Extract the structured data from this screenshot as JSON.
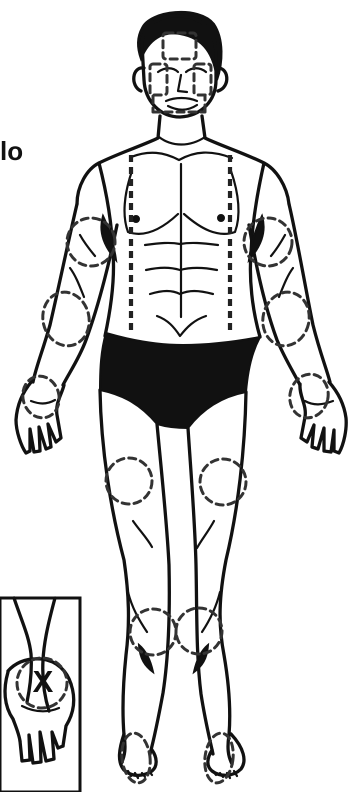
{
  "annotation": {
    "left_text_fragment": "lo",
    "inset_label": "X"
  },
  "figure": {
    "type": "body-outline",
    "view": "front",
    "dashed_marker_regions": [
      "forehead",
      "left-cheek",
      "right-cheek",
      "chin",
      "left-chest-line",
      "right-chest-line",
      "left-upper-arm",
      "left-forearm",
      "left-wrist",
      "right-upper-arm",
      "right-forearm",
      "right-wrist",
      "left-thigh",
      "right-thigh",
      "left-knee",
      "right-knee",
      "left-ankle",
      "right-ankle"
    ],
    "inset": "wrist-detail"
  },
  "colors": {
    "line": "#111111",
    "brief": "#111111",
    "background": "#ffffff",
    "marker": "#333333"
  }
}
